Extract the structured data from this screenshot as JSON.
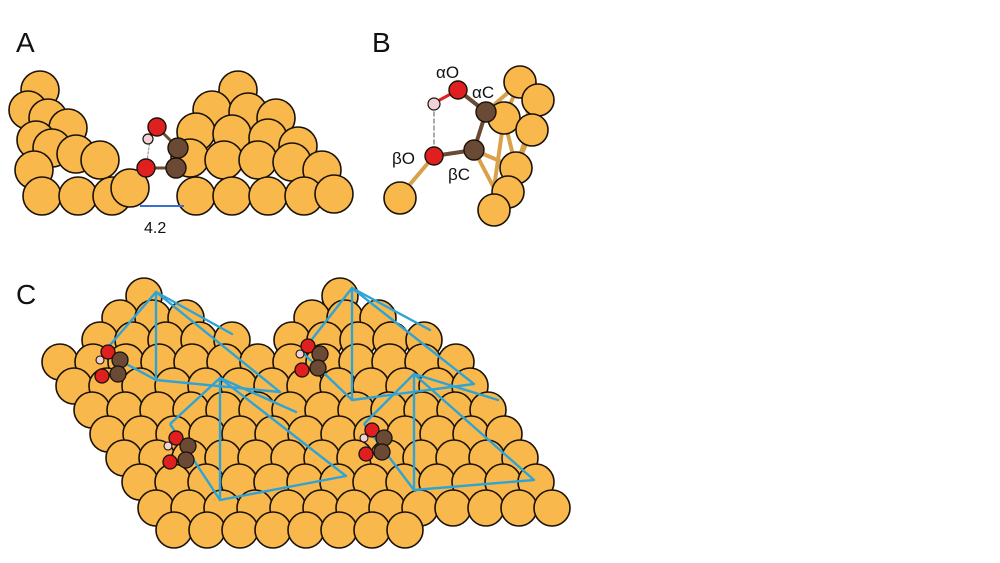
{
  "panels": {
    "a": {
      "label": "A",
      "distance_label": "4.2"
    },
    "b": {
      "label": "B",
      "atoms": {
        "alpha_o": "αO",
        "alpha_c": "αC",
        "beta_o": "βO",
        "beta_c": "βC"
      }
    },
    "c": {
      "label": "C"
    }
  },
  "colors": {
    "gold": "#F9B84C",
    "gold_outline": "#1A1208",
    "bond_gold": "#D9A24A",
    "oxygen": "#E02020",
    "carbon": "#6B4A35",
    "hydrogen": "#F2D2D8",
    "pyramid_edge": "#2FA3D6",
    "measure_line": "#3A6FD1"
  }
}
